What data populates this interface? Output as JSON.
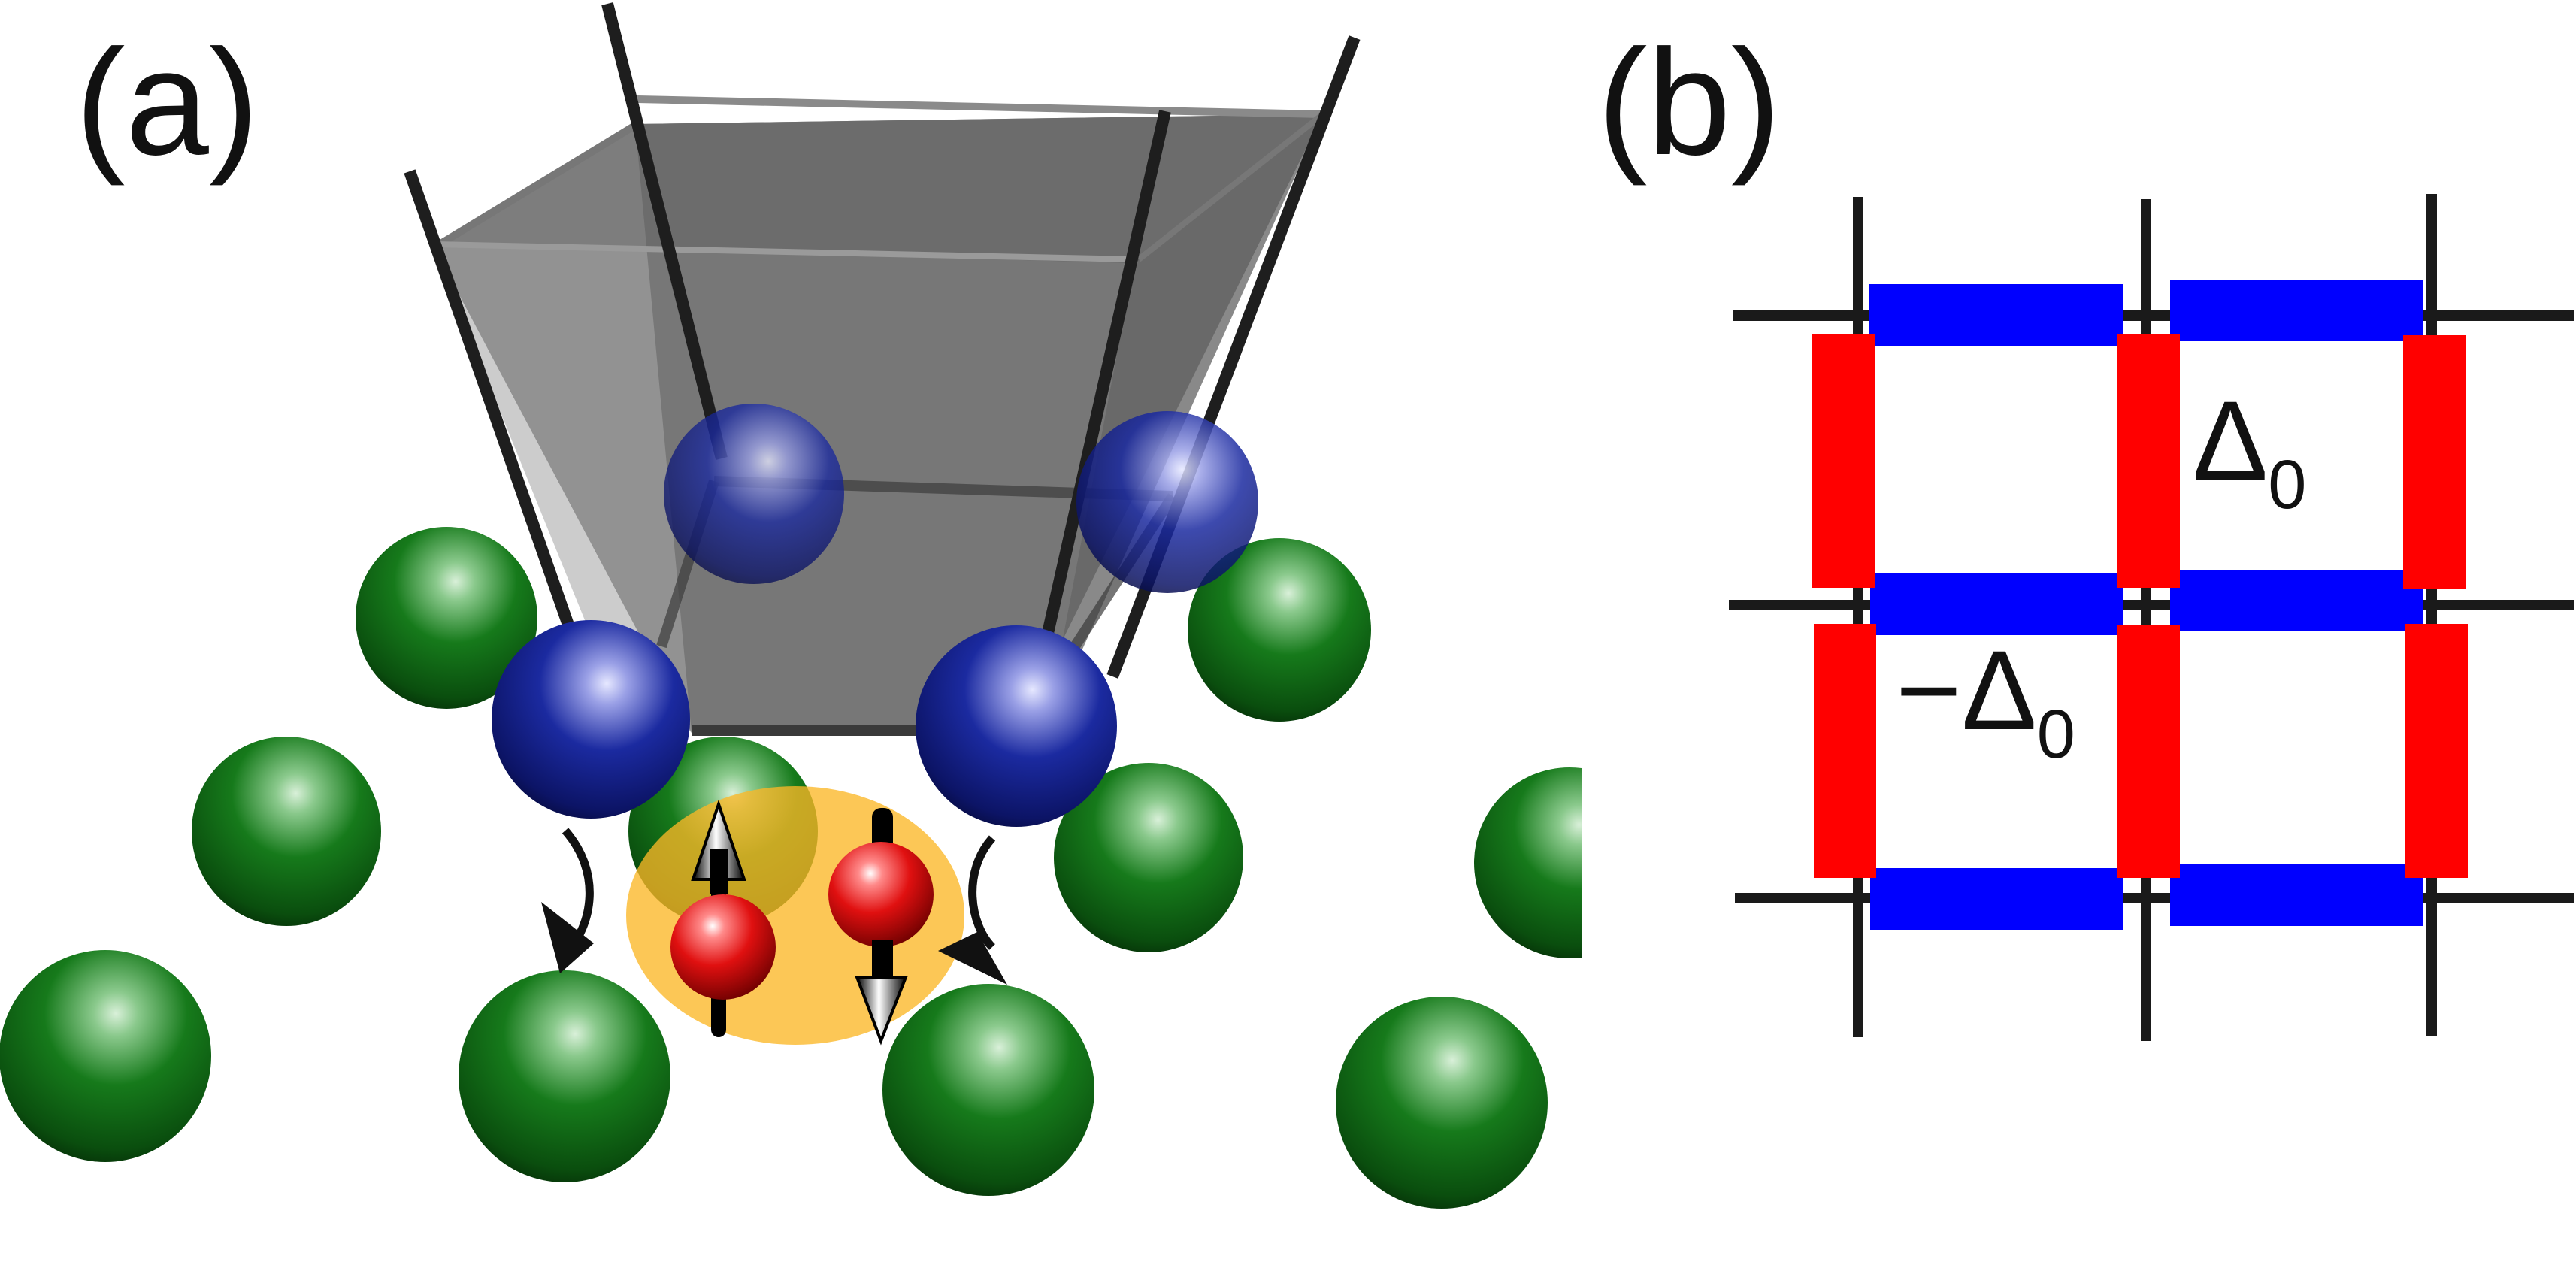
{
  "panel_a": {
    "label": "(a)",
    "colors": {
      "green_atom": "#0f6a14",
      "blue_atom": "#1b2aa0",
      "red_electron": "#e01010",
      "pair_cloud": "#fbb726",
      "pyramid": "#5e5e5e",
      "pyramid_edges": "#1e1e1e"
    },
    "icons": [
      "spin-up-arrow",
      "spin-down-arrow",
      "hopping-arrow"
    ]
  },
  "panel_b": {
    "label": "(b)",
    "delta_positive": {
      "symbol": "Δ",
      "subscript": "0"
    },
    "delta_negative": {
      "symbol": "−Δ",
      "subscript": "0"
    },
    "colors": {
      "horizontal_bond": "#0000ff",
      "vertical_bond": "#ff0000",
      "grid": "#1a1a1a"
    }
  }
}
